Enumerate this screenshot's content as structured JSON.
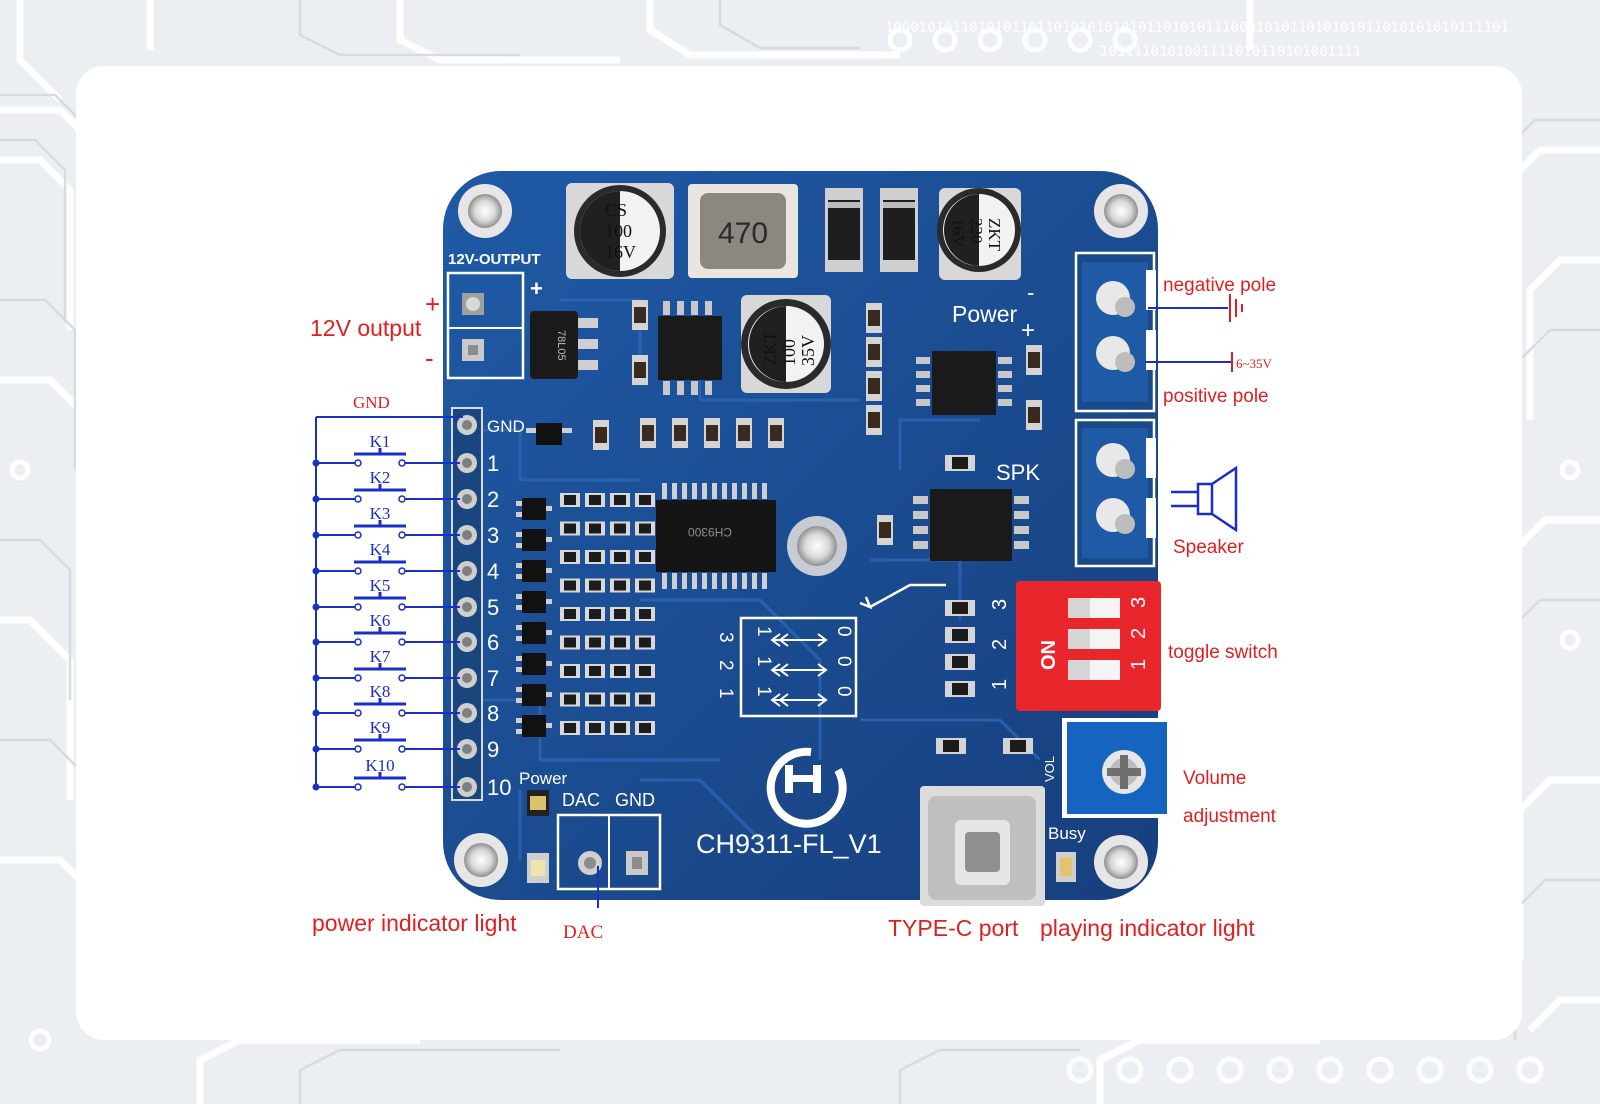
{
  "background": {
    "binary_line_1": "10001010110101011011010101010101101010111000101011010101011010101010111101",
    "binary_line_2": "1011110101001111010110101001111",
    "binary_line_3": "1011110101001111010110101001111"
  },
  "colors": {
    "board": "#1d4f93",
    "annotation_red": "#e02020",
    "schematic_blue": "#1a2fc4",
    "switch_red": "#e8262b",
    "pot_blue": "#1565c0"
  },
  "board": {
    "model": "CH9311-FL_V1",
    "output_header_label": "12V-OUTPUT",
    "output_plus": "+",
    "power_label": "Power",
    "power_minus": "-",
    "power_plus": "+",
    "spk_label": "SPK",
    "gnd_pin_label": "GND",
    "pin_numbers": [
      "1",
      "2",
      "3",
      "4",
      "5",
      "6",
      "7",
      "8",
      "9",
      "10"
    ],
    "power_led_label": "Power",
    "dac_label": "DAC",
    "gnd_label": "GND",
    "busy_label": "Busy",
    "vol_label": "VOL",
    "inductor": "470",
    "cap_cs": [
      "CS",
      "100",
      "16V"
    ],
    "cap_zkt220": [
      "ZKT",
      "220",
      "16V"
    ],
    "cap_zkt100": [
      "ZKT",
      "100",
      "35V"
    ],
    "regulator": "78L05",
    "main_ic": "CH9300",
    "switch_on": "ON",
    "switch_numbers": [
      "3",
      "2",
      "1"
    ],
    "silkscreen_numbers": [
      "3",
      "2",
      "1"
    ],
    "table_ones": [
      "1",
      "1",
      "1"
    ],
    "table_zeros": [
      "0",
      "0",
      "0"
    ],
    "table_axis": [
      "1",
      "2",
      "3"
    ]
  },
  "annotations": {
    "twelve_v_output": "12V output",
    "plus": "+",
    "minus": "-",
    "gnd": "GND",
    "keys": [
      "K1",
      "K2",
      "K3",
      "K4",
      "K5",
      "K6",
      "K7",
      "K8",
      "K9",
      "K10"
    ],
    "negative_pole": "negative pole",
    "voltage_range": "6~35V",
    "positive_pole": "positive pole",
    "speaker": "Speaker",
    "toggle_switch": "toggle switch",
    "volume_1": "Volume",
    "volume_2": "adjustment",
    "power_indicator": "power indicator light",
    "dac": "DAC",
    "type_c": "TYPE-C port",
    "playing_indicator": "playing indicator light"
  }
}
